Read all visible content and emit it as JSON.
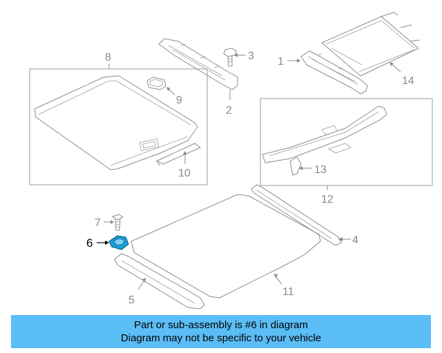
{
  "diagram": {
    "callouts": [
      "8",
      "9",
      "10",
      "3",
      "2",
      "1",
      "14",
      "13",
      "12",
      "7",
      "6",
      "4",
      "11",
      "5"
    ],
    "highlighted_part": "6",
    "highlight_color": "#1aa0d8",
    "line_color": "#8a8a8a"
  },
  "banner": {
    "line1": "Part or sub-assembly is #6 in diagram",
    "line2": "Diagram may not be specific to your vehicle",
    "background": "#5bbdf6"
  }
}
